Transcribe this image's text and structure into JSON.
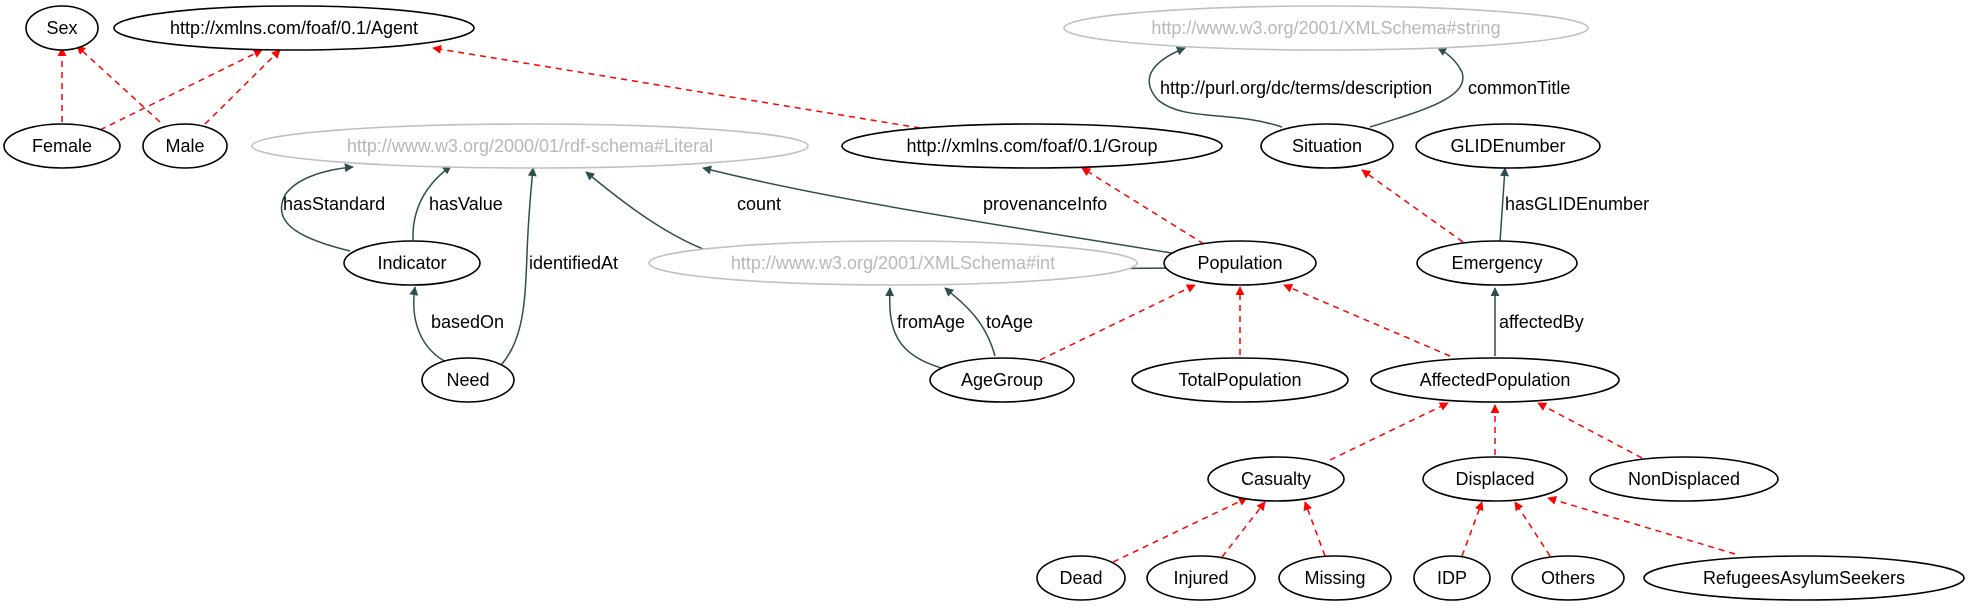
{
  "colors": {
    "subclass_edge": "#ff0000",
    "property_edge": "#2f4f4f",
    "datatype_node": "#c0c0c0",
    "class_node": "#000000"
  },
  "nodes": {
    "sex": "Sex",
    "agent": "http://xmlns.com/foaf/0.1/Agent",
    "female": "Female",
    "male": "Male",
    "literal": "http://www.w3.org/2000/01/rdf-schema#Literal",
    "group": "http://xmlns.com/foaf/0.1/Group",
    "string": "http://www.w3.org/2001/XMLSchema#string",
    "situation": "Situation",
    "glid": "GLIDEnumber",
    "indicator": "Indicator",
    "xsdint": "http://www.w3.org/2001/XMLSchema#int",
    "population": "Population",
    "emergency": "Emergency",
    "need": "Need",
    "agegroup": "AgeGroup",
    "totalpop": "TotalPopulation",
    "affected": "AffectedPopulation",
    "casualty": "Casualty",
    "displaced": "Displaced",
    "nondisplaced": "NonDisplaced",
    "dead": "Dead",
    "injured": "Injured",
    "missing": "Missing",
    "idp": "IDP",
    "others": "Others",
    "refugees": "RefugeesAsylumSeekers"
  },
  "edge_labels": {
    "description": "http://purl.org/dc/terms/description",
    "commonTitle": "commonTitle",
    "hasStandard": "hasStandard",
    "hasValue": "hasValue",
    "count": "count",
    "provenanceInfo": "provenanceInfo",
    "hasGLIDEnumber": "hasGLIDEnumber",
    "identifiedAt": "identifiedAt",
    "basedOn": "basedOn",
    "fromAge": "fromAge",
    "toAge": "toAge",
    "affectedBy": "affectedBy"
  },
  "edges": [
    {
      "from": "female",
      "to": "sex",
      "kind": "subclass"
    },
    {
      "from": "male",
      "to": "sex",
      "kind": "subclass"
    },
    {
      "from": "female",
      "to": "agent",
      "kind": "subclass"
    },
    {
      "from": "male",
      "to": "agent",
      "kind": "subclass"
    },
    {
      "from": "group",
      "to": "agent",
      "kind": "subclass"
    },
    {
      "from": "population",
      "to": "group",
      "kind": "subclass"
    },
    {
      "from": "emergency",
      "to": "situation",
      "kind": "subclass"
    },
    {
      "from": "agegroup",
      "to": "population",
      "kind": "subclass"
    },
    {
      "from": "totalpop",
      "to": "population",
      "kind": "subclass"
    },
    {
      "from": "affected",
      "to": "population",
      "kind": "subclass"
    },
    {
      "from": "casualty",
      "to": "affected",
      "kind": "subclass"
    },
    {
      "from": "displaced",
      "to": "affected",
      "kind": "subclass"
    },
    {
      "from": "nondisplaced",
      "to": "affected",
      "kind": "subclass"
    },
    {
      "from": "dead",
      "to": "casualty",
      "kind": "subclass"
    },
    {
      "from": "injured",
      "to": "casualty",
      "kind": "subclass"
    },
    {
      "from": "missing",
      "to": "casualty",
      "kind": "subclass"
    },
    {
      "from": "idp",
      "to": "displaced",
      "kind": "subclass"
    },
    {
      "from": "others",
      "to": "displaced",
      "kind": "subclass"
    },
    {
      "from": "refugees",
      "to": "displaced",
      "kind": "subclass"
    },
    {
      "from": "situation",
      "to": "string",
      "kind": "property",
      "label": "description"
    },
    {
      "from": "situation",
      "to": "string",
      "kind": "property",
      "label": "commonTitle"
    },
    {
      "from": "indicator",
      "to": "literal",
      "kind": "property",
      "label": "hasStandard"
    },
    {
      "from": "indicator",
      "to": "literal",
      "kind": "property",
      "label": "hasValue"
    },
    {
      "from": "population",
      "to": "literal",
      "kind": "property",
      "label": "count"
    },
    {
      "from": "population",
      "to": "literal",
      "kind": "property",
      "label": "provenanceInfo"
    },
    {
      "from": "emergency",
      "to": "glid",
      "kind": "property",
      "label": "hasGLIDEnumber"
    },
    {
      "from": "need",
      "to": "literal",
      "kind": "property",
      "label": "identifiedAt"
    },
    {
      "from": "need",
      "to": "indicator",
      "kind": "property",
      "label": "basedOn"
    },
    {
      "from": "agegroup",
      "to": "xsdint",
      "kind": "property",
      "label": "fromAge"
    },
    {
      "from": "agegroup",
      "to": "xsdint",
      "kind": "property",
      "label": "toAge"
    },
    {
      "from": "affected",
      "to": "emergency",
      "kind": "property",
      "label": "affectedBy"
    }
  ]
}
